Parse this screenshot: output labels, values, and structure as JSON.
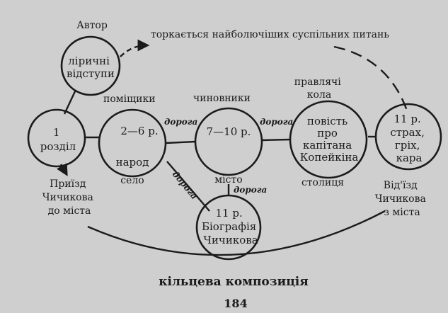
{
  "top": {
    "author": "Автор",
    "topic": "торкається найболючіших суспільних питань"
  },
  "nodes": {
    "lyrical": [
      "ліричні",
      "відступи"
    ],
    "ch1": [
      "1",
      "розділ"
    ],
    "ch2_6": [
      "2—6 р.",
      "народ"
    ],
    "ch7_10": [
      "7—10 р."
    ],
    "kopeikin": [
      "повість",
      "про",
      "капітана",
      "Копейкіна"
    ],
    "ch11_end": [
      "11 р.",
      "страх,",
      "гріх,",
      "кара"
    ],
    "ch11_bio": [
      "11 р.",
      "Біографія",
      "Чичикова"
    ]
  },
  "labels": {
    "landowners": "поміщики",
    "officials": "чиновники",
    "ruling": [
      "правлячі",
      "кола"
    ],
    "village": "село",
    "town": "місто",
    "capital": "столиця",
    "arrival": [
      "Приїзд",
      "Чичикова",
      "до міста"
    ],
    "departure": [
      "Від'їзд",
      "Чичикова",
      "з міста"
    ]
  },
  "roads": {
    "road_a": "дорога",
    "road_b": "дорога",
    "road_c": "дорога",
    "road_d": "дорога"
  },
  "caption": "кільцева композиція",
  "page_number": "184"
}
